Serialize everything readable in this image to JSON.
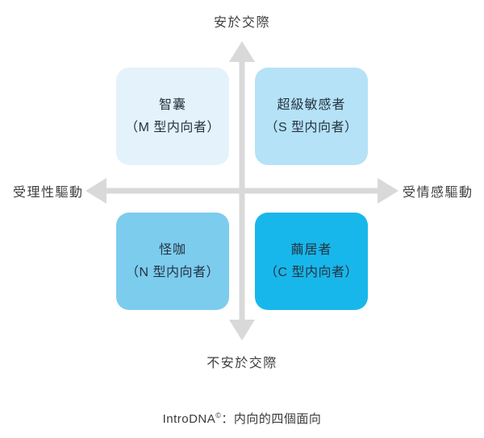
{
  "axes": {
    "top": "安於交際",
    "bottom": "不安於交際",
    "left": "受理性驅動",
    "right": "受情感驅動"
  },
  "quadrants": [
    {
      "position": "top-left",
      "title": "智囊",
      "subtitle": "（M 型内向者）",
      "color": "#e4f2fb"
    },
    {
      "position": "top-right",
      "title": "超級敏感者",
      "subtitle": "（S 型内向者）",
      "color": "#b5e2f7"
    },
    {
      "position": "bottom-left",
      "title": "怪咖",
      "subtitle": "（N 型内向者）",
      "color": "#7cccee"
    },
    {
      "position": "bottom-right",
      "title": "繭居者",
      "subtitle": "（C 型内向者）",
      "color": "#18b7eb"
    }
  ],
  "caption": {
    "brand": "IntroDNA",
    "symbol": "©",
    "separator": "：",
    "text": "内向的四個面向"
  },
  "colors": {
    "axis": "#d9d9d9",
    "label_text": "#3d3d3d",
    "box_text": "#243341",
    "background": "#ffffff"
  }
}
